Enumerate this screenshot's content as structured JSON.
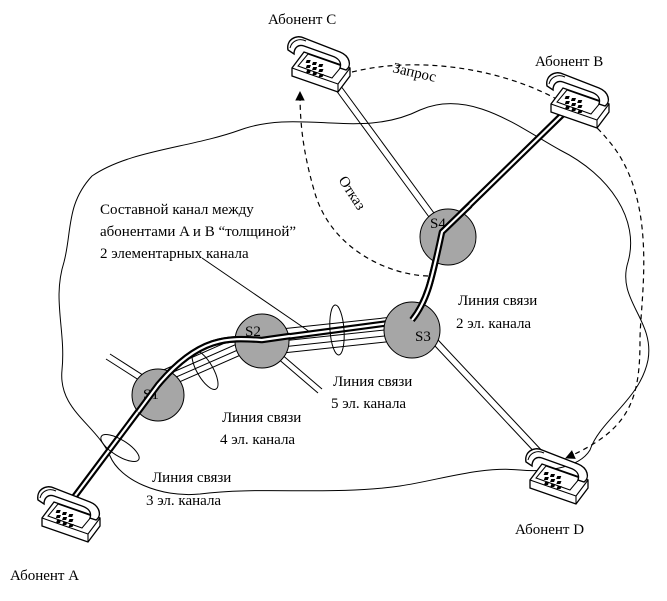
{
  "subscribers": {
    "a": "Абонент A",
    "b": "Абонент B",
    "c": "Абонент C",
    "d": "Абонент D"
  },
  "switches": {
    "s1": "S1",
    "s2": "S2",
    "s3": "S3",
    "s4": "S4"
  },
  "annotations": {
    "composite_line1": "Составной канал между",
    "composite_line2": "абонентами A и B “толщиной”",
    "composite_line3": "2 элементарных канала",
    "link_a_s1_line1": "Линия связи",
    "link_a_s1_line2": "3 эл. канала",
    "link_s1_s2_line1": "Линия связи",
    "link_s1_s2_line2": "4 эл. канала",
    "link_s2_s3_line1": "Линия связи",
    "link_s2_s3_line2": "5 эл. канала",
    "link_s3_s4_line1": "Линия связи",
    "link_s3_s4_line2": "2 эл. канала",
    "request": "Запрос",
    "refusal": "Отказ"
  },
  "colors": {
    "switch_fill": "#a6a6a6",
    "line": "#000000",
    "background": "#ffffff"
  }
}
